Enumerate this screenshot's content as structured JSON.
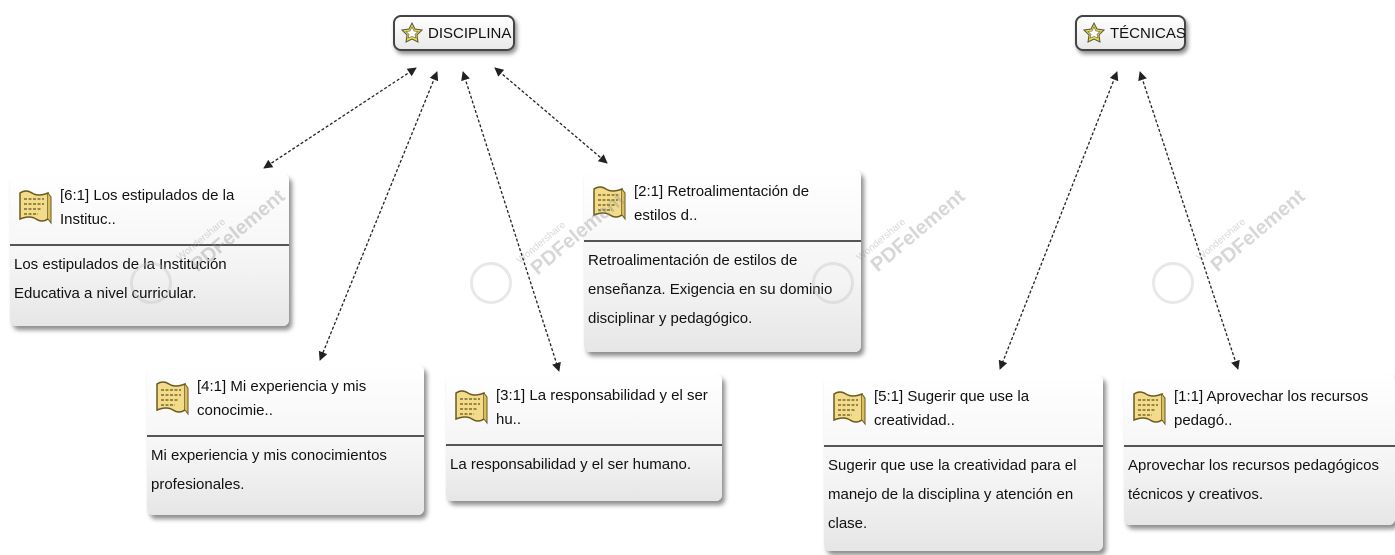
{
  "codes": [
    {
      "id": "disciplina",
      "label": "DISCIPLINA"
    },
    {
      "id": "tecnicas",
      "label": "TÉCNICAS"
    }
  ],
  "quotations": [
    {
      "id": "q61",
      "code": "disciplina",
      "header": "[6:1] Los estipulados de la Instituc..",
      "body": "Los estipulados de la Institución Educativa a nivel curricular."
    },
    {
      "id": "q41",
      "code": "disciplina",
      "header": "[4:1] Mi experiencia y mis conocimie..",
      "body": "Mi experiencia y mis conocimientos profesionales."
    },
    {
      "id": "q31",
      "code": "disciplina",
      "header": "[3:1] La responsabilidad y el ser hu..",
      "body": "La responsabilidad y el ser humano."
    },
    {
      "id": "q21",
      "code": "disciplina",
      "header": "[2:1] Retroalimentación de estilos d..",
      "body": "Retroalimentación de estilos de enseñanza. Exigencia en su dominio disciplinar y pedagógico."
    },
    {
      "id": "q51",
      "code": "tecnicas",
      "header": "[5:1] Sugerir que use la creatividad..",
      "body": "Sugerir que use la creatividad para el manejo de la disciplina y atención en clase."
    },
    {
      "id": "q11",
      "code": "tecnicas",
      "header": "[1:1] Aprovechar los recursos pedagó..",
      "body": "Aprovechar los recursos pedagógicos técnicos y creativos."
    }
  ],
  "watermark": {
    "small": "Wondershare",
    "big": "PDFelement"
  },
  "colors": {
    "icon_fill": "#f2dc8c",
    "icon_stroke": "#6b5a1e",
    "code_icon_fill": "#f0e020",
    "edge": "#222222"
  }
}
